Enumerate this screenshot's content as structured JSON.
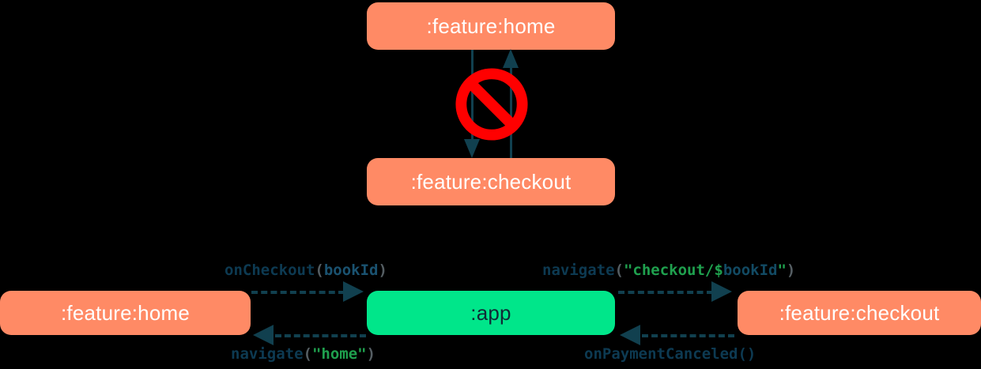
{
  "diagram": {
    "title": "module navigation diagram",
    "colors": {
      "module_orange": "#FF8A65",
      "app_green": "#00E68A",
      "arrow_navy": "#11404F",
      "prohibition_red": "#FF0000",
      "code_default": "#0D3A52",
      "code_string_green": "#1FA04E",
      "code_ident_blue": "#1A5270",
      "code_paren_gray": "#555E63",
      "background": "#000000"
    },
    "top_section": {
      "nodes": [
        {
          "id": "home-top",
          "label": ":feature:home",
          "style": "orange"
        },
        {
          "id": "checkout-top",
          "label": ":feature:checkout",
          "style": "orange"
        }
      ],
      "edges": [
        {
          "from": "home-top",
          "to": "checkout-top",
          "direction": "down",
          "style": "solid"
        },
        {
          "from": "checkout-top",
          "to": "home-top",
          "direction": "up",
          "style": "solid"
        }
      ],
      "badge": {
        "name": "prohibition-sign",
        "meaning": "not allowed"
      }
    },
    "bottom_section": {
      "nodes": [
        {
          "id": "home-bottom",
          "label": ":feature:home",
          "style": "orange"
        },
        {
          "id": "app",
          "label": ":app",
          "style": "green"
        },
        {
          "id": "checkout-bottom",
          "label": ":feature:checkout",
          "style": "orange"
        }
      ],
      "edges": [
        {
          "id": "home-to-app",
          "direction": "right",
          "style": "dashed",
          "label_tokens": [
            {
              "text": "onCheckout",
              "tok": "fn"
            },
            {
              "text": "(",
              "tok": "paren"
            },
            {
              "text": "bookId",
              "tok": "ident"
            },
            {
              "text": ")",
              "tok": "paren"
            }
          ],
          "label_plain": "onCheckout(bookId)"
        },
        {
          "id": "app-to-home",
          "direction": "left",
          "style": "dashed",
          "label_tokens": [
            {
              "text": "navigate",
              "tok": "fn"
            },
            {
              "text": "(",
              "tok": "paren"
            },
            {
              "text": "\"home\"",
              "tok": "str"
            },
            {
              "text": ")",
              "tok": "paren"
            }
          ],
          "label_plain": "navigate(\"home\")"
        },
        {
          "id": "app-to-checkout",
          "direction": "right",
          "style": "dashed",
          "label_tokens": [
            {
              "text": "navigate",
              "tok": "fn"
            },
            {
              "text": "(",
              "tok": "paren"
            },
            {
              "text": "\"checkout/$",
              "tok": "str"
            },
            {
              "text": "bookId",
              "tok": "var"
            },
            {
              "text": "\"",
              "tok": "str"
            },
            {
              "text": ")",
              "tok": "paren"
            }
          ],
          "label_plain": "navigate(\"checkout/$bookId\")"
        },
        {
          "id": "checkout-to-app",
          "direction": "left",
          "style": "dashed",
          "label_tokens": [
            {
              "text": "onPaymentCanceled()",
              "tok": "fn"
            }
          ],
          "label_plain": "onPaymentCanceled()"
        }
      ]
    }
  }
}
